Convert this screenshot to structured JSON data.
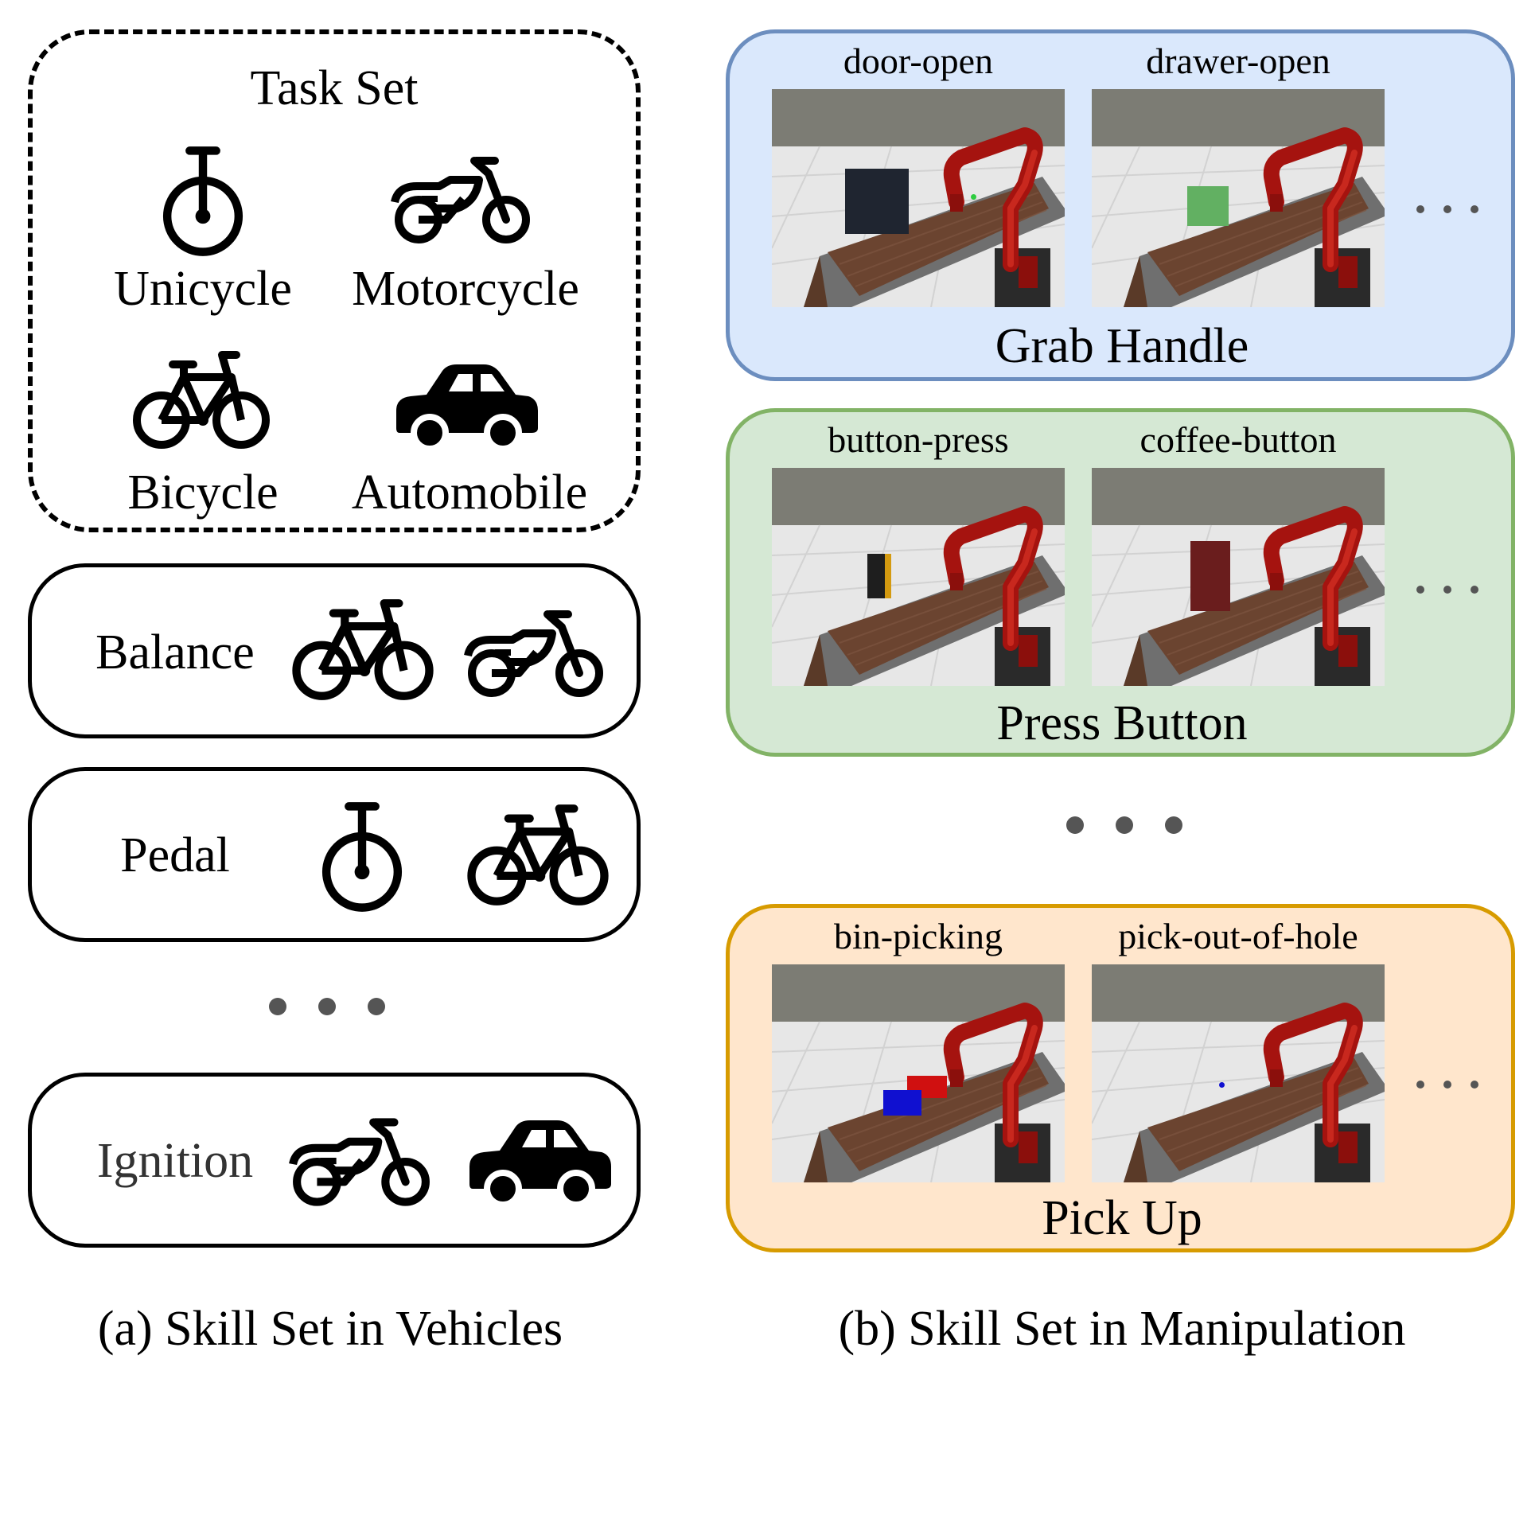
{
  "left": {
    "task_set": {
      "title": "Task Set",
      "vehicles": [
        {
          "label": "Unicycle",
          "icon": "unicycle-icon"
        },
        {
          "label": "Motorcycle",
          "icon": "motorcycle-icon"
        },
        {
          "label": "Bicycle",
          "icon": "bicycle-icon"
        },
        {
          "label": "Automobile",
          "icon": "car-icon"
        }
      ]
    },
    "skills": [
      {
        "label": "Balance",
        "icons": [
          "bicycle-icon",
          "motorcycle-icon"
        ]
      },
      {
        "label": "Pedal",
        "icons": [
          "unicycle-icon",
          "bicycle-icon"
        ]
      },
      {
        "label": "Ignition",
        "icons": [
          "motorcycle-icon",
          "car-icon"
        ]
      }
    ],
    "caption": "(a) Skill Set in Vehicles"
  },
  "right": {
    "skills": [
      {
        "label": "Grab Handle",
        "tasks": [
          "door-open",
          "drawer-open"
        ],
        "bg": "#dae8fc",
        "border": "#6c8ebf"
      },
      {
        "label": "Press Button",
        "tasks": [
          "button-press",
          "coffee-button"
        ],
        "bg": "#d5e8d4",
        "border": "#82b366"
      },
      {
        "label": "Pick Up",
        "tasks": [
          "bin-picking",
          "pick-out-of-hole"
        ],
        "bg": "#ffe6cc",
        "border": "#d79b00"
      }
    ],
    "caption": "(b) Skill Set in Manipulation"
  }
}
